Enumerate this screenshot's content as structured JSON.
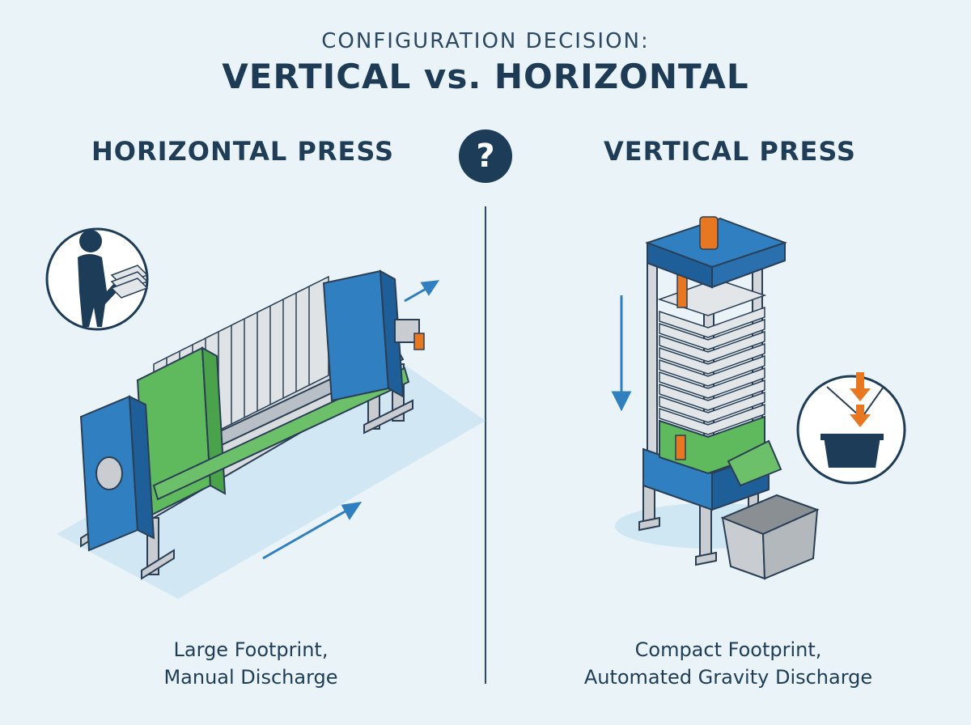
{
  "header": {
    "kicker": "CONFIGURATION DECISION:",
    "headline": "VERTICAL vs. HORIZONTAL"
  },
  "left": {
    "title": "HORIZONTAL PRESS",
    "caption_line1": "Large Footprint,",
    "caption_line2": "Manual Discharge"
  },
  "center": {
    "badge": "?"
  },
  "right": {
    "title": "VERTICAL PRESS",
    "caption_line1": "Compact Footprint,",
    "caption_line2": "Automated Gravity Discharge"
  },
  "colors": {
    "background": "#e9f3f8",
    "navy": "#1d3c58",
    "blue": "#2f7fc1",
    "green": "#5cb85c",
    "orange": "#e87722",
    "grey": "#c9cdd2"
  }
}
